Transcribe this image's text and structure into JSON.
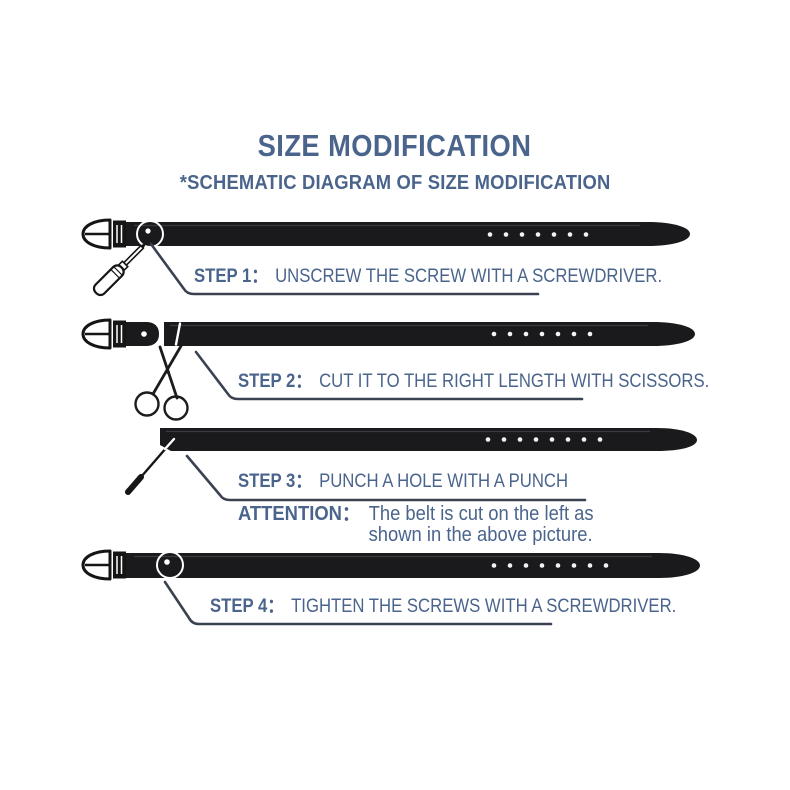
{
  "header": {
    "title": "SIZE MODIFICATION",
    "subtitle": "*SCHEMATIC DIAGRAM OF SIZE MODIFICATION"
  },
  "steps": [
    {
      "label": "STEP 1：",
      "text": "UNSCREW THE SCREW WITH A SCREWDRIVER."
    },
    {
      "label": "STEP 2：",
      "text": "CUT IT TO THE RIGHT LENGTH WITH SCISSORS."
    },
    {
      "label": "STEP 3：",
      "text": "PUNCH A HOLE WITH A PUNCH"
    },
    {
      "label": "STEP 4：",
      "text": "TIGHTEN THE SCREWS WITH A SCREWDRIVER."
    }
  ],
  "attention": {
    "label": "ATTENTION：",
    "line1": "The belt is cut on the left as",
    "line2": "shown in the above picture."
  },
  "colors": {
    "text_blue": "#4a648c",
    "belt_black": "#1a1a1c",
    "line_dark": "#3a4150"
  }
}
